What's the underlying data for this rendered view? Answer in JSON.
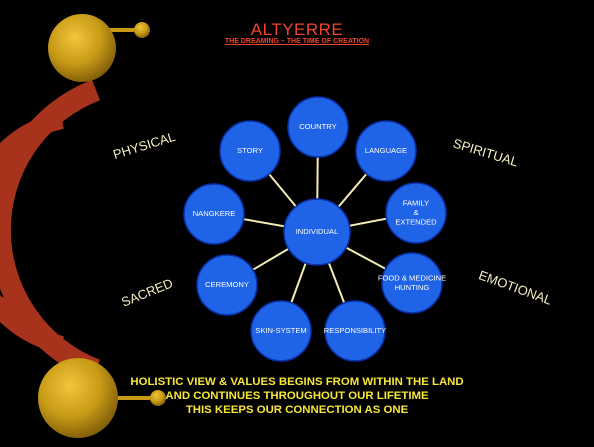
{
  "title": "ALTYERRE",
  "subtitle": "THE DREAMING – THE TIME OF CREATION",
  "diagram": {
    "center": "INDIVIDUAL",
    "nodes": [
      [
        "COUNTRY"
      ],
      [
        "LANGUAGE"
      ],
      [
        "FAMILY",
        "&",
        "EXTENDED"
      ],
      [
        "FOOD & MEDICINE",
        "HUNTING"
      ],
      [
        "RESPONSIBILITY"
      ],
      [
        "SKIN-SYSTEM"
      ],
      [
        "CEREMONY"
      ],
      [
        "NANGKERE"
      ],
      [
        "STORY"
      ]
    ]
  },
  "side_labels": {
    "physical": "PHYSICAL",
    "spiritual": "SPIRITUAL",
    "sacred": "SACRED",
    "emotional": "EMOTIONAL"
  },
  "footer": {
    "line1": "HOLISTIC VIEW  & VALUES BEGINS FROM WITHIN THE LAND",
    "line2": "AND CONTINUES THROUGHOUT OUR LIFETIME",
    "line3": "THIS KEEPS OUR CONNECTION AS ONE"
  },
  "colors": {
    "background": "#000000",
    "node_fill": "#1f63e6",
    "node_stroke": "#0a2fa8",
    "spoke": "#f3ecb0",
    "title": "#f0442e",
    "side_text": "#f3f0c0",
    "footer_text": "#f7e73a",
    "arc": "#a8331d",
    "gold": "#c79a17"
  }
}
